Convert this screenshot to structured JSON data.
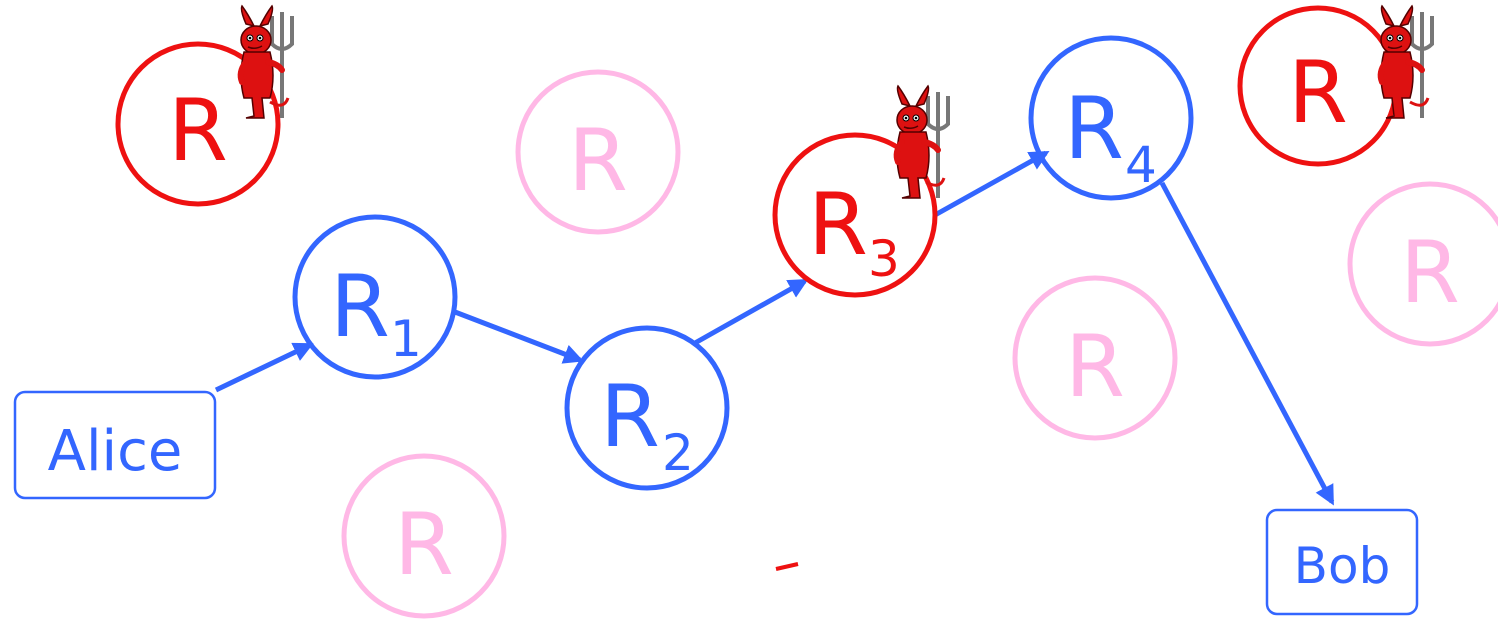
{
  "colors": {
    "path": "#3366ff",
    "malicious": "#ee1111",
    "idle": "#ffb8e6",
    "devil_body": "#dd1111",
    "devil_outline": "#550000",
    "trident": "#777777"
  },
  "nodes": {
    "malicious_top_left": {
      "label": "R",
      "subscript": "",
      "role": "malicious"
    },
    "idle_top_center": {
      "label": "R",
      "subscript": "",
      "role": "idle"
    },
    "r1": {
      "label": "R",
      "subscript": "1",
      "role": "path"
    },
    "r2": {
      "label": "R",
      "subscript": "2",
      "role": "path"
    },
    "r3": {
      "label": "R",
      "subscript": "3",
      "role": "malicious"
    },
    "r4": {
      "label": "R",
      "subscript": "4",
      "role": "path"
    },
    "malicious_top_right": {
      "label": "R",
      "subscript": "",
      "role": "malicious"
    },
    "idle_right_edge": {
      "label": "R",
      "subscript": "",
      "role": "idle"
    },
    "idle_middle_right": {
      "label": "R",
      "subscript": "",
      "role": "idle"
    },
    "idle_bottom_left": {
      "label": "R",
      "subscript": "",
      "role": "idle"
    }
  },
  "endpoints": {
    "alice": "Alice",
    "bob": "Bob"
  },
  "path": [
    "alice",
    "r1",
    "r2",
    "r3",
    "r4",
    "bob"
  ],
  "devil_icon": "bsd-daemon-with-trident-icon"
}
